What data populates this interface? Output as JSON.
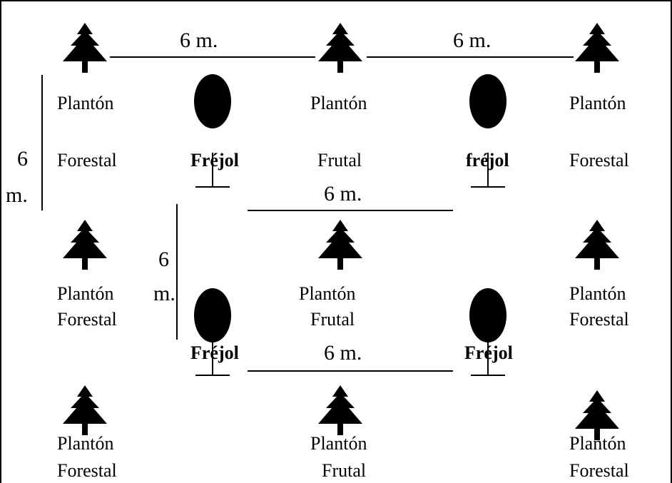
{
  "dimensions": {
    "top_left": "6 m.",
    "top_right": "6 m.",
    "middle": "6 m.",
    "bottom": "6 m.",
    "vertical_left_num": "6",
    "vertical_left_unit": "m.",
    "vertical_center_num": "6",
    "vertical_center_unit": "m."
  },
  "labels": {
    "planton": "Plantón",
    "forestal": "Forestal",
    "frutal": "Frutal",
    "frejol_cap": "Fréjol",
    "frejol_lower": "fréjol"
  },
  "colors": {
    "ink": "#000000",
    "background": "#ffffff"
  },
  "icons": {
    "tree": "conifer-tree-icon",
    "bean": "bean-plant-icon"
  }
}
